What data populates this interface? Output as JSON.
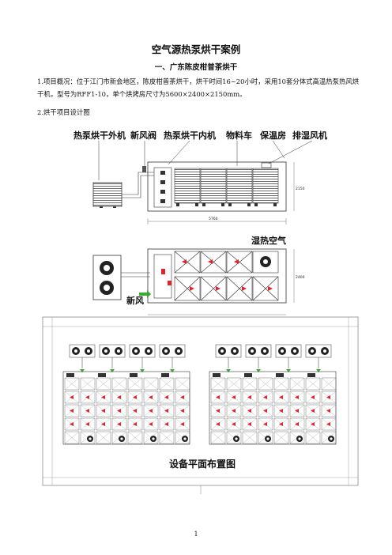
{
  "doc": {
    "title": "空气源热泵烘干案例",
    "subtitle": "一、广东陈皮柑普茶烘干",
    "para1": "1.项目概况：位于江门市新会地区，陈皮柑普茶烘干，烘干时间16~20小时，采用10套分体式高温热泵热风烘干机，型号为RFF1-10，单个烘烤房尺寸为5600×2400×2150mm。",
    "para2": "2.烘干项目设计图",
    "page_number": "1"
  },
  "diagram": {
    "labels": {
      "outdoor_unit": "热泵烘干外机",
      "fresh_air_valve": "新风阀",
      "indoor_unit": "热泵烘干内机",
      "cart": "物料车",
      "insulated_room": "保温房",
      "exhaust_fan": "排湿风机",
      "humid_air": "湿热空气",
      "fresh_air": "新风",
      "layout_title": "设备平面布置图"
    },
    "dims": {
      "length": "5760",
      "height": "2150",
      "width": "2400"
    },
    "colors": {
      "arrow_red": "#e0242a",
      "arrow_green": "#3aaa35",
      "line": "#333333"
    }
  }
}
